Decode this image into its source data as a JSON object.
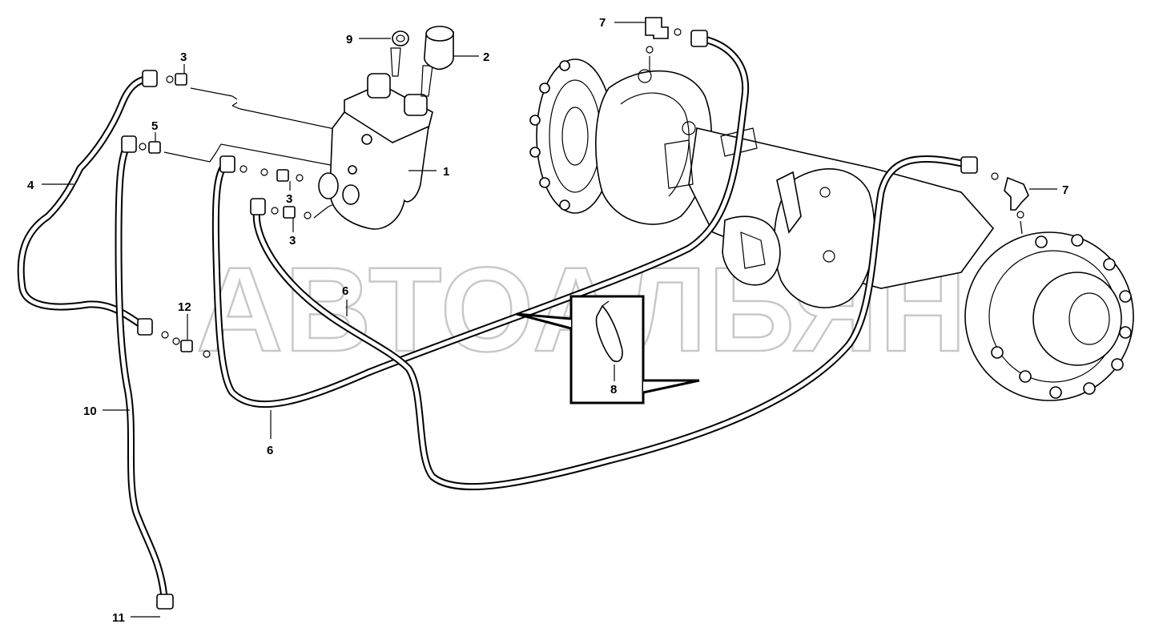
{
  "watermark": "АВТОАЛЬЯНС",
  "callouts": [
    {
      "id": "callout-1",
      "text": "1"
    },
    {
      "id": "callout-2",
      "text": "2"
    },
    {
      "id": "callout-3a",
      "text": "3"
    },
    {
      "id": "callout-3b",
      "text": "3"
    },
    {
      "id": "callout-3c",
      "text": "3"
    },
    {
      "id": "callout-4",
      "text": "4"
    },
    {
      "id": "callout-5",
      "text": "5"
    },
    {
      "id": "callout-6a",
      "text": "6"
    },
    {
      "id": "callout-6b",
      "text": "6"
    },
    {
      "id": "callout-7a",
      "text": "7"
    },
    {
      "id": "callout-7b",
      "text": "7"
    },
    {
      "id": "callout-8",
      "text": "8"
    },
    {
      "id": "callout-9",
      "text": "9"
    },
    {
      "id": "callout-10",
      "text": "10"
    },
    {
      "id": "callout-11",
      "text": "11"
    },
    {
      "id": "callout-12",
      "text": "12"
    }
  ]
}
